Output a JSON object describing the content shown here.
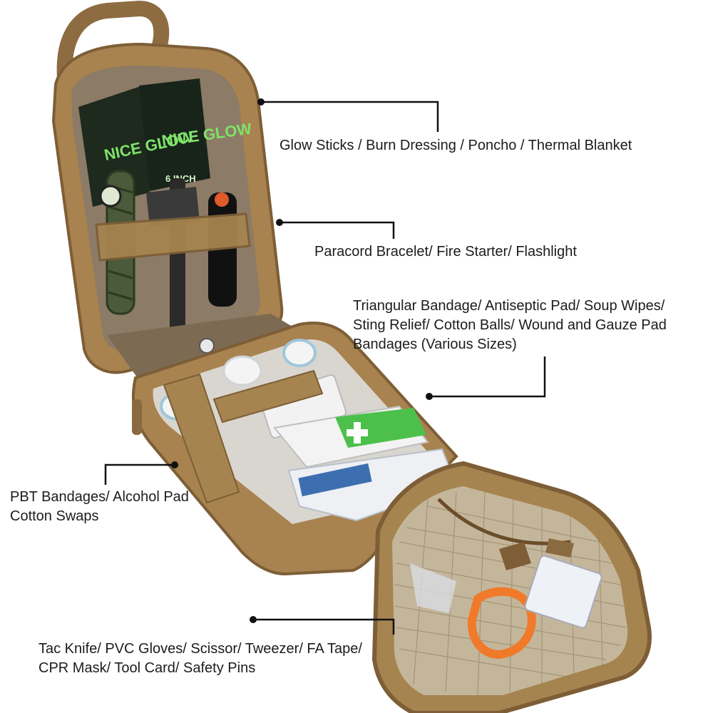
{
  "colors": {
    "bag_tan": "#a8824f",
    "bag_dark": "#7d5e36",
    "interior": "#8c7b66",
    "leader": "#111111",
    "text": "#1c1c1c",
    "first_aid_green": "#4cc04a"
  },
  "callouts": [
    {
      "id": "top",
      "lines": [
        "Glow Sticks / Burn Dressing / Poncho / Thermal Blanket"
      ]
    },
    {
      "id": "upper-mid",
      "lines": [
        "Paracord Bracelet/ Fire Starter/ Flashlight"
      ]
    },
    {
      "id": "right",
      "lines": [
        "Triangular Bandage/ Antiseptic Pad/ Soup Wipes/",
        "Sting Relief/ Cotton Balls/ Wound and Gauze Pad",
        "Bandages (Various Sizes)"
      ]
    },
    {
      "id": "left",
      "lines": [
        "PBT Bandages/ Alcohol Pad",
        "Cotton Swaps"
      ]
    },
    {
      "id": "bottom",
      "lines": [
        "Tac Knife/ PVC Gloves/ Scissor/ Tweezer/ FA Tape/",
        "CPR Mask/ Tool Card/ Safety Pins"
      ]
    }
  ],
  "packet_texts": [
    "NICE GLOW",
    "NICE GLOW",
    "6 INCH"
  ]
}
